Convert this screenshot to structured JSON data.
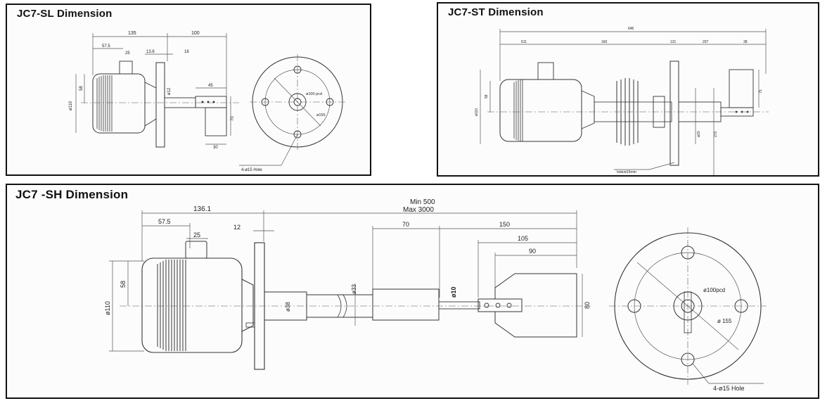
{
  "panels": {
    "sl": {
      "title": "JC7-SL Dimension",
      "dims": {
        "d135": "135",
        "d100": "100",
        "d575": "57.5",
        "d25": "25",
        "d136": "13.6",
        "d18": "18",
        "d110": "ø110",
        "d58": "58",
        "d12": "ø12",
        "d45": "45",
        "d70": "70",
        "d30": "30",
        "d100pcd": "ø100 pcd",
        "d155": "ø155"
      },
      "hole_label": "4-ø15 Hole"
    },
    "st": {
      "title": "JC7-ST Dimension",
      "dims": {
        "total": "646",
        "a": "611",
        "b": "160",
        "c": "131",
        "d": "207",
        "e": "38",
        "f": "ø110",
        "g": "58",
        "h": "75",
        "i": "ø20",
        "j": "270"
      },
      "hole_label": "hole/ø15mm"
    },
    "sh": {
      "title": "JC7 -SH Dimension",
      "dims": {
        "range_min": "Min  500",
        "range_max": "Max  3000",
        "d1361": "136.1",
        "d575": "57.5",
        "d25": "25",
        "d12": "12",
        "d70": "70",
        "d150": "150",
        "d105": "105",
        "d90": "90",
        "d110": "ø110",
        "d58": "58",
        "d38": "ø38",
        "d33": "ø33",
        "d10": "ø10",
        "d80": "80",
        "d100pcd": "ø100pcd",
        "d155": "ø 155"
      },
      "hole_label": "4-ø15 Hole"
    }
  }
}
